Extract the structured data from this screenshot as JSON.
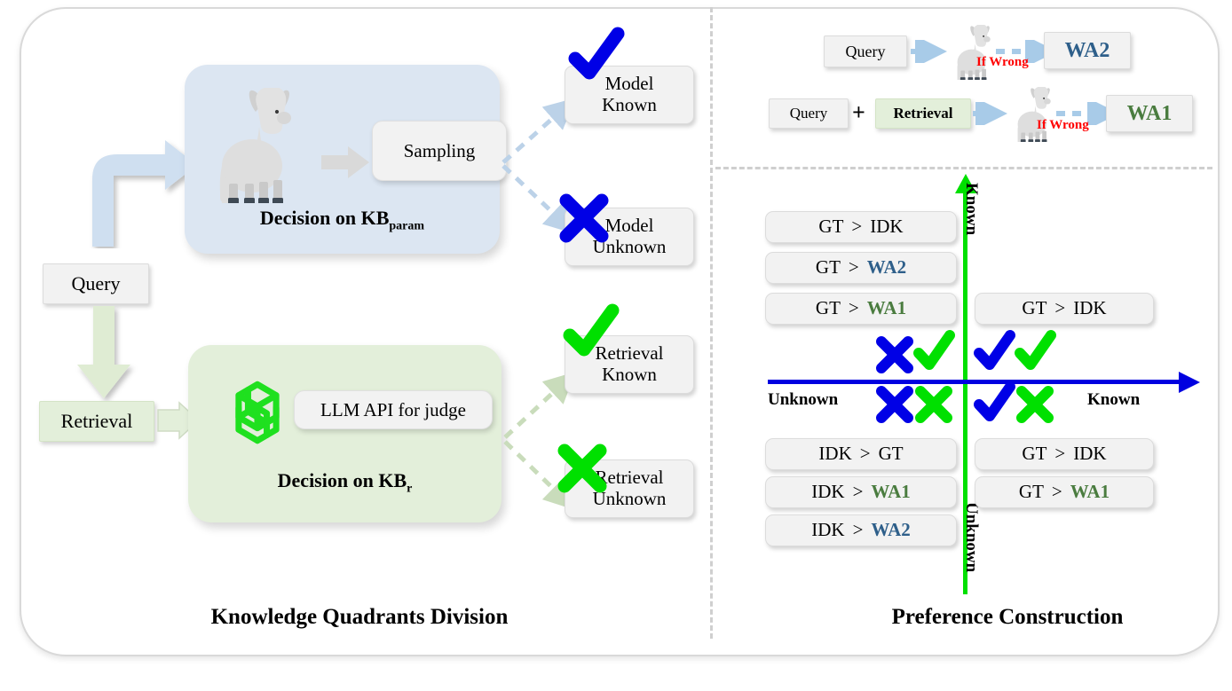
{
  "left_panel": {
    "title": "Knowledge Quadrants Division",
    "query_box": "Query",
    "retrieval_box": "Retrieval",
    "model_panel": {
      "caption_main": "Decision on KB",
      "caption_sub": "param",
      "inner_chip": "Sampling",
      "icon": "llama-icon",
      "color": "#dce6f2"
    },
    "retrieval_panel": {
      "caption_main": "Decision on KB",
      "caption_sub": "r",
      "inner_chip": "LLM API for judge",
      "icon": "openai-logo-icon",
      "color": "#e3efda"
    },
    "outcomes": [
      {
        "label": "Model\nKnown",
        "line1": "Model",
        "line2": "Known",
        "mark": "check",
        "mark_color": "#0000e6"
      },
      {
        "label": "Model\nUnknown",
        "line1": "Model",
        "line2": "Unknown",
        "mark": "cross",
        "mark_color": "#0000e6"
      },
      {
        "label": "Retrieval\nKnown",
        "line1": "Retrieval",
        "line2": "Known",
        "mark": "check",
        "mark_color": "#00e000"
      },
      {
        "label": "Retrieval\nUnknown",
        "line1": "Retrieval",
        "line2": "Unknown",
        "mark": "cross",
        "mark_color": "#00e000"
      }
    ]
  },
  "right_panel": {
    "title": "Preference  Construction",
    "flows": [
      {
        "input_1": "Query",
        "input_2": null,
        "plus": null,
        "output": "WA2",
        "output_color": "#2e5f8a",
        "note": "If Wrong"
      },
      {
        "input_1": "Query",
        "input_2": "Retrieval",
        "plus": "+",
        "output": "WA1",
        "output_color": "#4a7c3f",
        "note": "If Wrong"
      }
    ],
    "quadrant": {
      "axis_x_label_left": "Unknown",
      "axis_x_label_right": "Known",
      "axis_y_label_top": "Known",
      "axis_y_label_bottom": "Unknown",
      "axis_x_color": "#0000e0",
      "axis_y_color": "#00e000",
      "q2_top_left": {
        "marks": [
          {
            "type": "cross",
            "color": "#0000e6"
          },
          {
            "type": "check",
            "color": "#00e000"
          }
        ],
        "items": [
          {
            "left": "GT",
            "op": ">",
            "right": "IDK",
            "right_color": "#000000"
          },
          {
            "left": "GT",
            "op": ">",
            "right": "WA2",
            "right_color": "#2e5f8a"
          },
          {
            "left": "GT",
            "op": ">",
            "right": "WA1",
            "right_color": "#4a7c3f"
          }
        ]
      },
      "q1_top_right": {
        "marks": [
          {
            "type": "check",
            "color": "#0000e6"
          },
          {
            "type": "check",
            "color": "#00e000"
          }
        ],
        "items": [
          {
            "left": "GT",
            "op": ">",
            "right": "IDK",
            "right_color": "#000000"
          }
        ]
      },
      "q3_bottom_left": {
        "marks": [
          {
            "type": "cross",
            "color": "#0000e6"
          },
          {
            "type": "cross",
            "color": "#00e000"
          }
        ],
        "items": [
          {
            "left": "IDK",
            "op": ">",
            "right": "GT",
            "right_color": "#000000"
          },
          {
            "left": "IDK",
            "op": ">",
            "right": "WA1",
            "right_color": "#4a7c3f"
          },
          {
            "left": "IDK",
            "op": ">",
            "right": "WA2",
            "right_color": "#2e5f8a"
          }
        ]
      },
      "q4_bottom_right": {
        "marks": [
          {
            "type": "check",
            "color": "#0000e6"
          },
          {
            "type": "cross",
            "color": "#00e000"
          }
        ],
        "items": [
          {
            "left": "GT",
            "op": ">",
            "right": "IDK",
            "right_color": "#000000"
          },
          {
            "left": "GT",
            "op": ">",
            "right": "WA1",
            "right_color": "#4a7c3f"
          }
        ]
      }
    }
  }
}
